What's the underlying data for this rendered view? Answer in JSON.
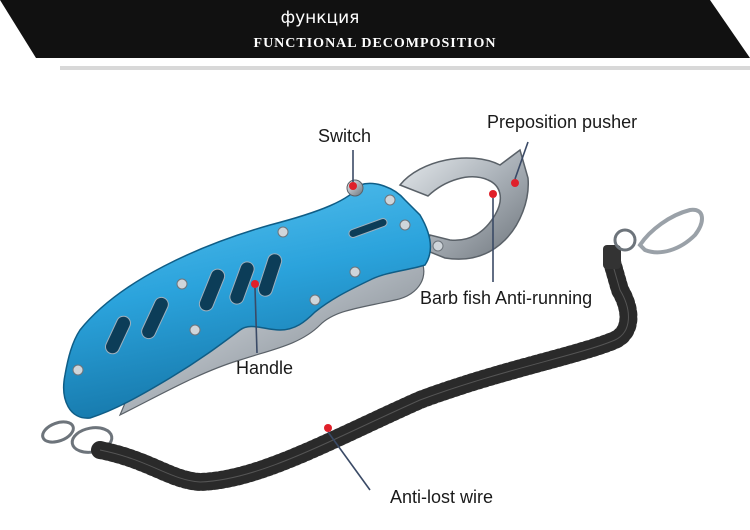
{
  "banner": {
    "title_ru": "функция",
    "title_en": "FUNCTIONAL DECOMPOSITION",
    "color": "#111111"
  },
  "labels": {
    "switch": "Switch",
    "preposition_pusher": "Preposition pusher",
    "barb_fish": "Barb fish Anti-running",
    "handle": "Handle",
    "anti_lost_wire": "Anti-lost wire"
  },
  "colors": {
    "handle_blue": "#2ba3dc",
    "metal": "#b9bfc6",
    "marker_red": "#e0202a",
    "leader_line": "#3a4a66",
    "coil": "#2a2a2a"
  }
}
